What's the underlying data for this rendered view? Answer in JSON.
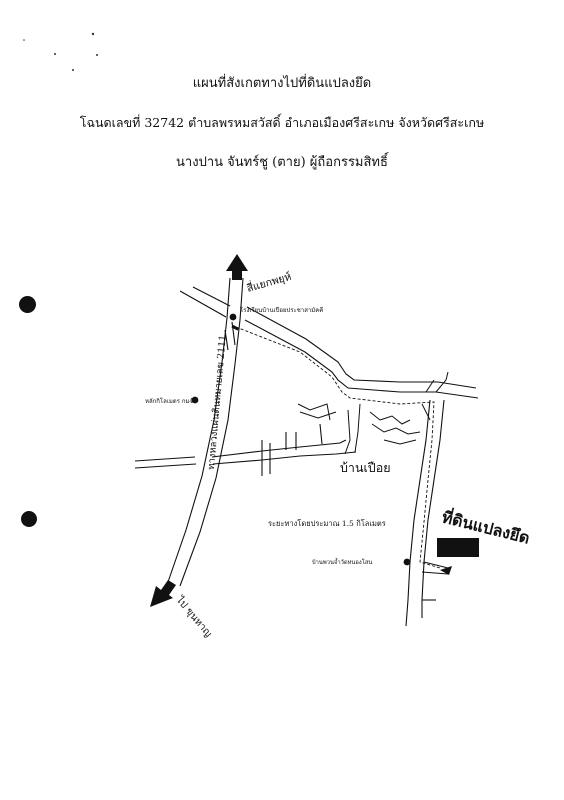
{
  "header": {
    "title": "แผนที่สังเกตทางไปที่ดินแปลงยึด",
    "deed_line": "โฉนดเลขที่ 32742 ตำบลพรหมสวัสดิ์ อำเภอเมืองศรีสะเกษ จังหวัดศรีสะเกษ",
    "owner_line": "นางปาน จันทร์ชู (ตาย) ผู้ถือกรรมสิทธิ์"
  },
  "map": {
    "highway_label": "ทางหลวงแผ่นดินหมายเลข 2111",
    "to_north": "สี่แยกพยุห์",
    "to_south": "ไป ขุนหาญ",
    "landmark_school": "โรงเรียนบ้านเปือยประชาสามัคคี",
    "landmark_km_post": "หลักกิโลเมตร กม4",
    "village": "บ้านเปือย",
    "distance_note": "ระยะทางโดยประมาณ 1.5 กิโลเมตร",
    "landmark_temple": "บ้านพวนจ้ำวัดหนองโสน",
    "target_label": "ที่ดินแปลงยึด"
  }
}
